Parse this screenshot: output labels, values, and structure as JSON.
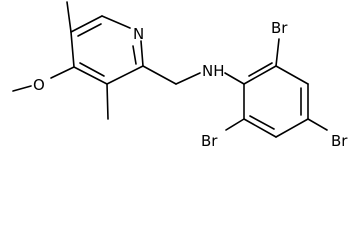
{
  "molecule": {
    "atoms": {
      "pyridine_n": "N",
      "methoxy_o": "O",
      "amine": "NH",
      "br_top": "Br",
      "br_left": "Br",
      "br_right": "Br"
    }
  }
}
